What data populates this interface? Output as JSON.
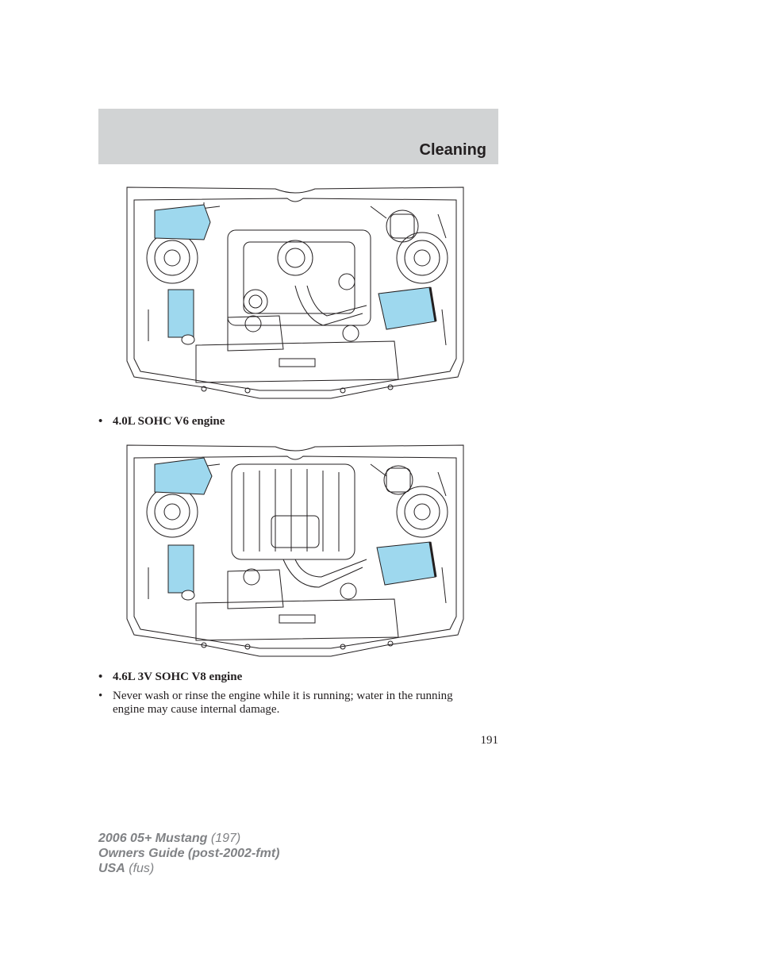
{
  "header": {
    "title": "Cleaning"
  },
  "bullets": [
    "4.0L SOHC V6 engine",
    "4.6L 3V SOHC V8 engine",
    "Never wash or rinse the engine while it is running; water in the running engine may cause internal damage."
  ],
  "page_number": "191",
  "footer": {
    "line1_bold": "2006 05+ Mustang",
    "line1_normal": "(197)",
    "line2_bold": "Owners Guide (post-2002-fmt)",
    "line3_bold": "USA",
    "line3_normal": "(fus)"
  },
  "colors": {
    "header_band": "#d1d3d4",
    "highlight": "#9ed8ee",
    "line": "#231f20"
  },
  "icons": [
    "bullet-dot"
  ]
}
